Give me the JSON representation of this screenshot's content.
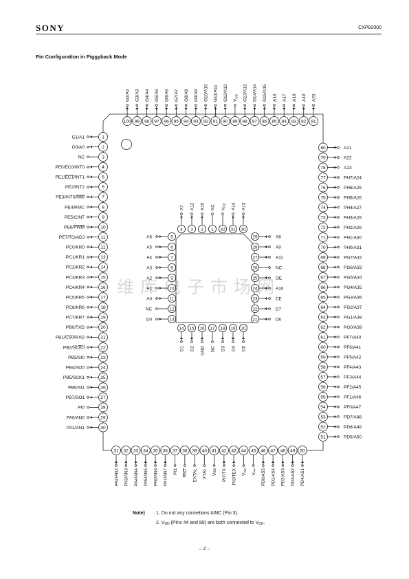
{
  "header": {
    "brand": "SONY",
    "part_number": "CXP82000"
  },
  "section_title": "Pin Configuration in Piggyback Mode",
  "outer_package": {
    "left": [
      "G1/A1",
      "G0/A0",
      "NC",
      "PE0/EC0/INT0",
      "PE1/EC1/INT1",
      "PE2/INT2",
      "PE3/INT3/NMI",
      "PE4/RMC",
      "PE5/CINT",
      "PE6/PWM",
      "PE7/TO/ADJ",
      "PC0/KR0",
      "PC1/KR1",
      "PC2/KR2",
      "PC3/KR3",
      "PC4/KR4",
      "PC5/KR5",
      "PC6/KR6",
      "PC7/KR7",
      "PB0/TXD",
      "PB1/CS0/RXD",
      "PB2/SCK0",
      "PB3/SI0",
      "PB4/SO0",
      "PB5/SCK1",
      "PB6/SI1",
      "PB7/SO1",
      "PI0",
      "PA0/AN0",
      "PA1/AN1"
    ],
    "bottom": [
      "PA2/AN2",
      "PA3/AN3",
      "PA4/AN4",
      "PA5/AN5",
      "PA6/AN6",
      "PA7/AN7",
      "PI1",
      "RST",
      "EXTAL",
      "XTAL",
      "Vss",
      "PI2/TX",
      "PI3/TEX",
      "VDD",
      "VPP",
      "PD0/A55",
      "PD1/A54",
      "PD2/A53",
      "PD3/A52",
      "PD4/A51"
    ],
    "right": [
      "PD5/A50",
      "PD6/A49",
      "PD7/A48",
      "PF0/A47",
      "PF1/A46",
      "PF2/A45",
      "PF3/A44",
      "PF4/A43",
      "PF5/A42",
      "PF6/A41",
      "PF7/A40",
      "PG0/A39",
      "PG1/A38",
      "PG2/A37",
      "PG3/A36",
      "PG4/A35",
      "PG5/A34",
      "PG6/A33",
      "PG7/A32",
      "PH0/A31",
      "PH1/A30",
      "PH2/A29",
      "PH3/A28",
      "PH4/A27",
      "PH5/A26",
      "PH6/A25",
      "PH7/A24",
      "A23",
      "A22",
      "A21"
    ],
    "top": [
      "A20",
      "A19",
      "A18",
      "A17",
      "A16",
      "G15/A15",
      "G14/A14",
      "G13/A13",
      "VDD",
      "G12/A12",
      "G11/A11",
      "G10/A10",
      "G9/A9",
      "G8/A8",
      "G7/A7",
      "G6/A6",
      "G5/A5",
      "G4/A4",
      "G3/A3",
      "G2/A2"
    ],
    "overlined": {
      "PE1/EC1/INT1": "EC1",
      "PE3/INT3/NMI": "NMI",
      "PE6/PWM": "PWM",
      "PB1/CS0/RXD": "CS0",
      "PB2/SCK0": "SCK0",
      "RST": "RST"
    },
    "subscripted": {
      "VDD": "DD",
      "VPP": "PP"
    }
  },
  "inner_socket": {
    "top": [
      {
        "num": "4",
        "label": "A7"
      },
      {
        "num": "3",
        "label": "A12"
      },
      {
        "num": "2",
        "label": "A15"
      },
      {
        "num": "1",
        "label": "NC"
      },
      {
        "num": "32",
        "label": "VDD"
      },
      {
        "num": "31",
        "label": "A14"
      },
      {
        "num": "30",
        "label": "A13"
      }
    ],
    "left": [
      {
        "num": "5",
        "label": "A6"
      },
      {
        "num": "6",
        "label": "A5"
      },
      {
        "num": "7",
        "label": "A4"
      },
      {
        "num": "8",
        "label": "A3"
      },
      {
        "num": "9",
        "label": "A2"
      },
      {
        "num": "10",
        "label": "A1"
      },
      {
        "num": "11",
        "label": "A0"
      },
      {
        "num": "12",
        "label": "NC"
      },
      {
        "num": "13",
        "label": "D0"
      }
    ],
    "bottom": [
      {
        "num": "14",
        "label": "D1"
      },
      {
        "num": "15",
        "label": "D2"
      },
      {
        "num": "16",
        "label": "GND"
      },
      {
        "num": "17",
        "label": "NC"
      },
      {
        "num": "18",
        "label": "D3"
      },
      {
        "num": "19",
        "label": "D4"
      },
      {
        "num": "20",
        "label": "D5"
      }
    ],
    "right": [
      {
        "num": "29",
        "label": "A8"
      },
      {
        "num": "28",
        "label": "A9"
      },
      {
        "num": "27",
        "label": "A11"
      },
      {
        "num": "26",
        "label": "NC"
      },
      {
        "num": "25",
        "label": "OE"
      },
      {
        "num": "24",
        "label": "A10"
      },
      {
        "num": "23",
        "label": "CE"
      },
      {
        "num": "22",
        "label": "D7"
      },
      {
        "num": "21",
        "label": "D6"
      }
    ]
  },
  "notes": {
    "heading": "Note)",
    "items": [
      "1.  Do not any connetions toNC (Pin 3).",
      "2.  VDD (Pins 44 and 89) are both connected to VDD."
    ]
  },
  "watermark": "维库电子市场网",
  "page_number": "– 2 –"
}
